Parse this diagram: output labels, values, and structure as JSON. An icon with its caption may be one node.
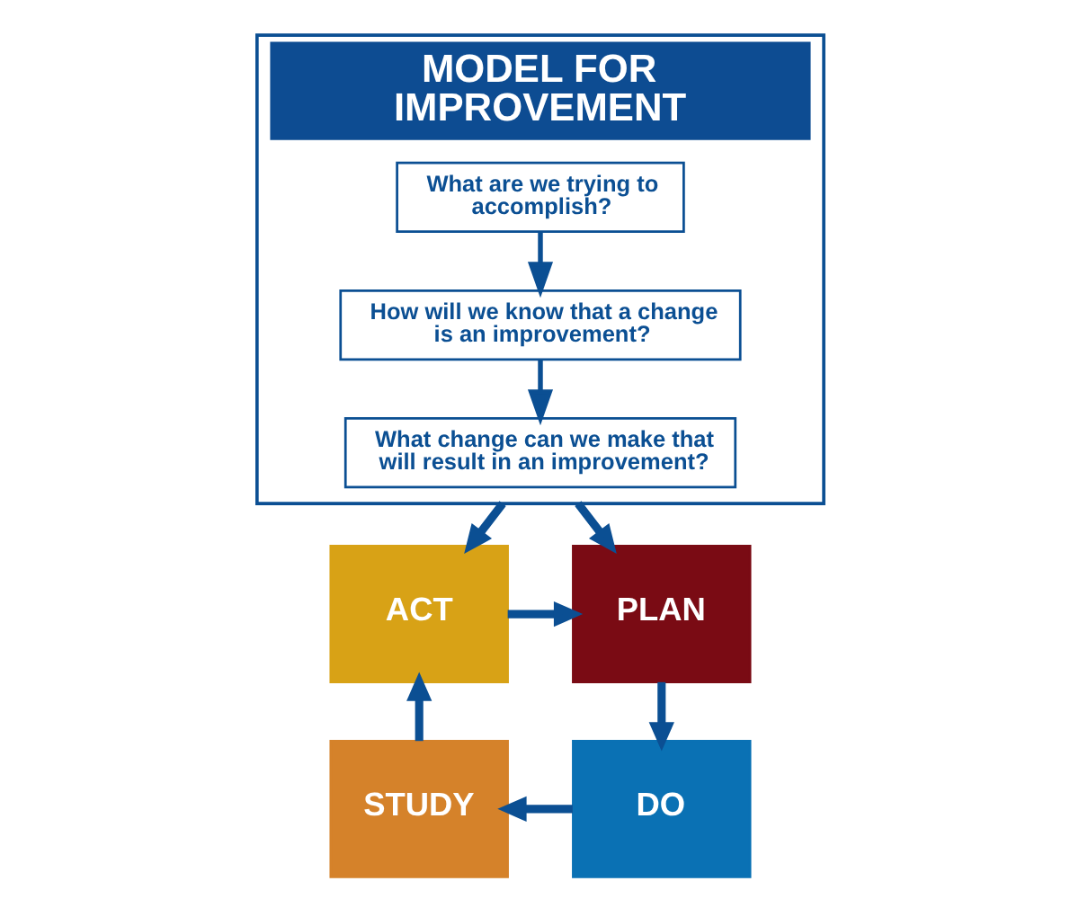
{
  "diagram": {
    "nodes": [
      {
        "text": [
          "MODEL FOR IMPROVEMENT"
        ]
      },
      {
        "text": [
          "What are we trying to accomplish?"
        ],
        "in": 0
      },
      {
        "text": [
          "How will we know that a change is an improvement?"
        ],
        "in": 0
      },
      {
        "text": [
          "What change can we make that will result in an improvement?"
        ],
        "in": 0
      },
      {
        "text": [
          "ACT"
        ]
      },
      {
        "text": [
          "PLAN"
        ]
      },
      {
        "text": [
          "STUDY"
        ]
      },
      {
        "text": [
          "DO"
        ]
      }
    ],
    "edges": [
      {
        "from": 1,
        "to": 2,
        "arrow": "to"
      },
      {
        "from": 2,
        "to": 3,
        "arrow": "to"
      },
      {
        "from": 0,
        "to": 4,
        "arrow": "to"
      },
      {
        "from": 0,
        "to": 5,
        "arrow": "to"
      },
      {
        "from": 4,
        "to": 5,
        "arrow": "to"
      },
      {
        "from": 5,
        "to": 7,
        "arrow": "to"
      },
      {
        "from": 7,
        "to": 6,
        "arrow": "to"
      },
      {
        "from": 6,
        "to": 4,
        "arrow": "to"
      }
    ]
  }
}
